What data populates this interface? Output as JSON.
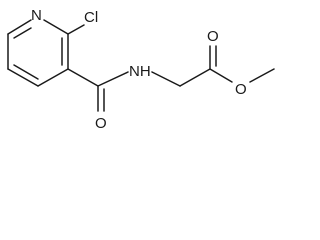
{
  "structure": {
    "atoms": {
      "ring_n": "N",
      "cl": "Cl",
      "amide_nh": "NH",
      "amide_o": "O",
      "ester_carbonyl_o": "O",
      "ester_o": "O"
    },
    "colors": {
      "ink": "#1a1a1a",
      "background": "#ffffff"
    }
  }
}
